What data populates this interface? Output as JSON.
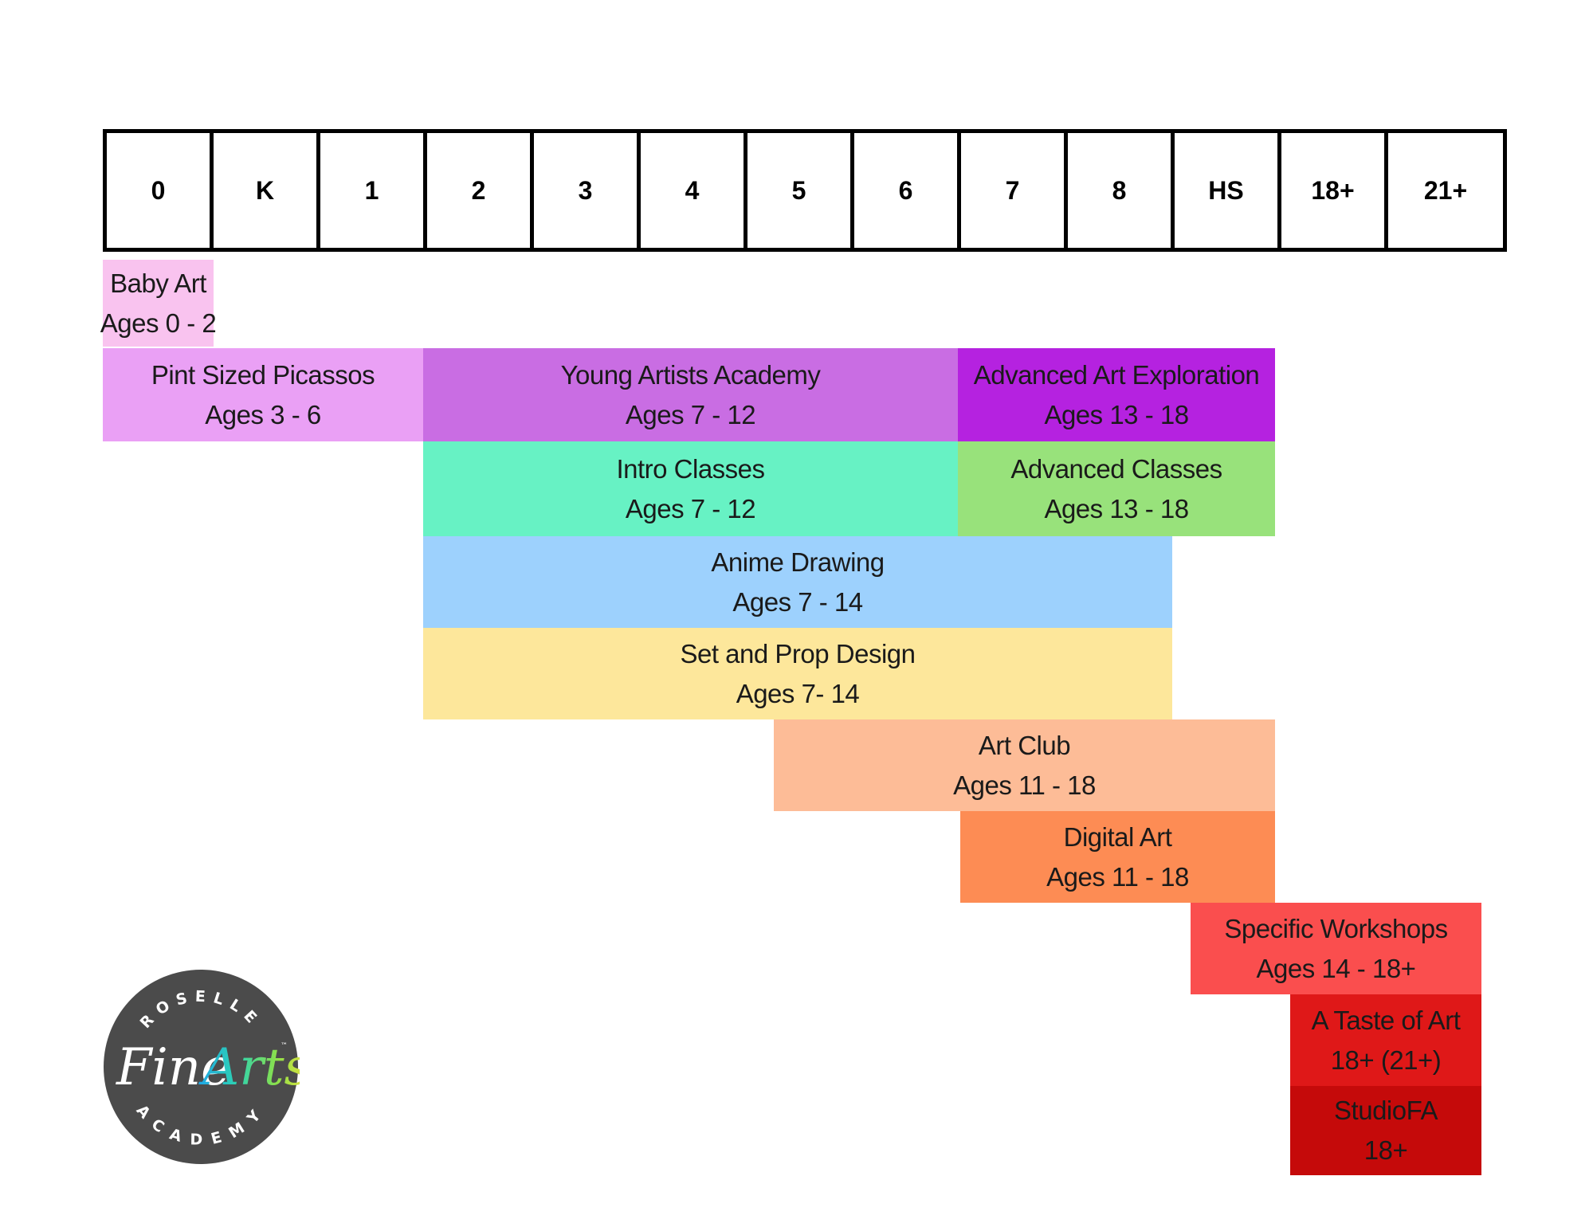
{
  "grades": [
    "0",
    "K",
    "1",
    "2",
    "3",
    "4",
    "5",
    "6",
    "7",
    "8",
    "HS",
    "18+",
    "21+"
  ],
  "programs": [
    {
      "name": "Baby Art",
      "ages": "Ages 0 - 2",
      "color": "#F9C3EF"
    },
    {
      "name": "Pint Sized Picassos",
      "ages": "Ages 3 - 6",
      "color": "#EAA0F5"
    },
    {
      "name": "Young Artists Academy",
      "ages": "Ages 7 - 12",
      "color": "#C96DE3"
    },
    {
      "name": "Advanced Art Exploration",
      "ages": "Ages 13 - 18",
      "color": "#B522E0"
    },
    {
      "name": "Intro Classes",
      "ages": "Ages 7 - 12",
      "color": "#67F2C4"
    },
    {
      "name": "Advanced Classes",
      "ages": "Ages 13 - 18",
      "color": "#98E27B"
    },
    {
      "name": "Anime Drawing",
      "ages": "Ages 7 - 14",
      "color": "#9DD1FD"
    },
    {
      "name": "Set and Prop Design",
      "ages": "Ages 7- 14",
      "color": "#FDE79B"
    },
    {
      "name": "Art Club",
      "ages": "Ages 11 - 18",
      "color": "#FDBC97"
    },
    {
      "name": "Digital Art",
      "ages": "Ages 11 - 18",
      "color": "#FD8C54"
    },
    {
      "name": "Specific Workshops",
      "ages": "Ages 14 - 18+",
      "color": "#FA4E4E"
    },
    {
      "name": "A Taste of Art",
      "ages": "18+ (21+)",
      "color": "#DF1818"
    },
    {
      "name": "StudioFA",
      "ages": "18+",
      "color": "#C50A0A"
    }
  ],
  "logo": {
    "top_text": "ROSELLE",
    "main_text_1": "Fine",
    "main_text_2": "Arts",
    "tm": "™",
    "bottom_text": "ACADEMY",
    "colors": {
      "circle": "#4B4B4B",
      "text": "#ffffff"
    }
  }
}
